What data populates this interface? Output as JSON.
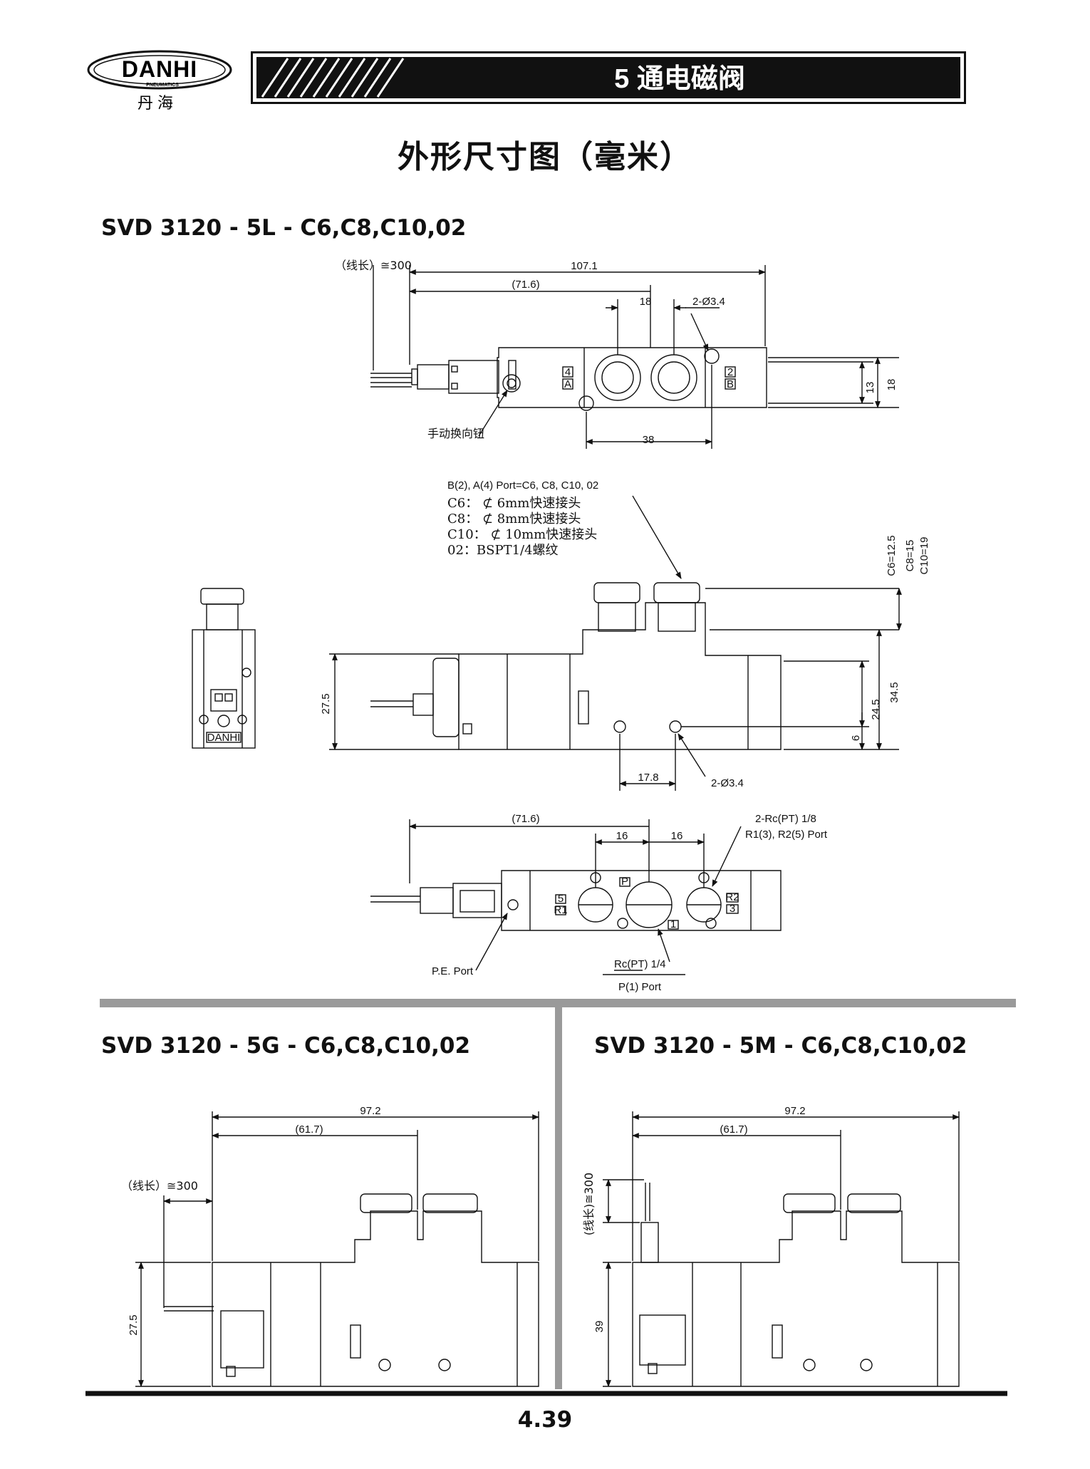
{
  "logo": {
    "brand": "DANHI",
    "sub": "PNEUMATICS",
    "cn": "丹  海"
  },
  "header": {
    "title": "5  通电磁阀"
  },
  "page_title": "外形尺寸图（毫米）",
  "sections": {
    "l": {
      "model": "SVD 3120 - 5L - C6,C8,C10,02",
      "top": {
        "wire": "（线长）≅300",
        "len_total": "107.1",
        "len_partial": "(71.6)",
        "pitch": "18",
        "holes": "2-Ø3.4",
        "h13": "13",
        "h18": "18",
        "hole_pitch": "38",
        "manual": "手动换向钮",
        "port4": "4",
        "portA": "A",
        "port2": "2",
        "portB": "B"
      },
      "side": {
        "port_title": "B(2), A(4) Port=C6, C8, C10, 02",
        "c6": "C6： ⊄ 6mm快速接头",
        "c8": "C8： ⊄ 8mm快速接头",
        "c10": "C10： ⊄ 10mm快速接头",
        "p02": "02：BSPT1/4螺纹",
        "c6_h": "C6=12.5",
        "c8_h": "C8=15",
        "c10_h": "C10=19",
        "h27": "27.5",
        "h34": "34.5",
        "h24": "24.5",
        "h6": "6",
        "pitch": "17.8",
        "holes": "2-Ø3.4",
        "danhi": "DANHI"
      },
      "bottom": {
        "len_partial": "(71.6)",
        "p16a": "16",
        "p16b": "16",
        "rc18": "2-Rc(PT) 1/8",
        "r_ports": "R1(3), R2(5) Port",
        "pe": "P.E. Port",
        "rc14": "Rc(PT) 1/4",
        "p_port": "P(1) Port",
        "p5": "5",
        "pR1": "R1",
        "pP": "P",
        "p1": "1",
        "pR2": "R2",
        "p3": "3"
      }
    },
    "g": {
      "model": "SVD 3120 - 5G - C6,C8,C10,02",
      "len_total": "97.2",
      "len_partial": "(61.7)",
      "wire": "（线长）≅300",
      "h": "27.5"
    },
    "m": {
      "model": "SVD 3120 - 5M - C6,C8,C10,02",
      "len_total": "97.2",
      "len_partial": "(61.7)",
      "wire": "(线长)≅300",
      "h": "39"
    }
  },
  "page_number": "4.39"
}
